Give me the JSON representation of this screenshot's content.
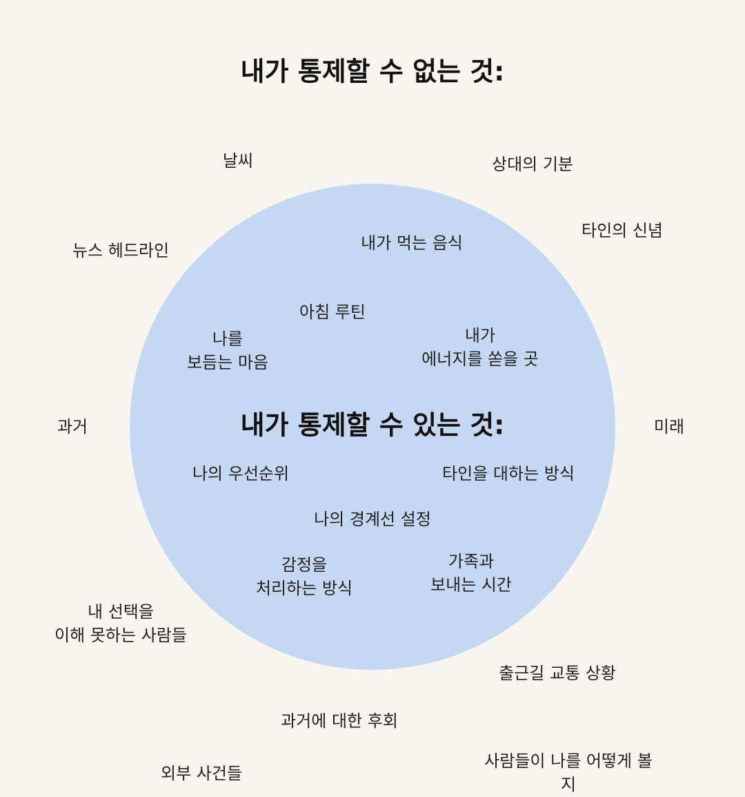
{
  "outer_title": "내가 통제할 수 없는 것:",
  "inner_title": "내가 통제할 수 있는 것:",
  "colors": {
    "background": "#f8f5f1",
    "circle": "#c5d8f1"
  },
  "outside": [
    "날씨",
    "상대의 기분",
    "타인의 신념",
    "뉴스 헤드라인",
    "과거",
    "미래",
    "내 선택을\n이해 못하는 사람들",
    "출근길 교통 상황",
    "과거에 대한 후회",
    "외부 사건들",
    "사람들이 나를 어떻게 볼지"
  ],
  "inside": [
    "내가 먹는 음식",
    "아침 루틴",
    "나를\n보듬는 마음",
    "내가\n에너지를 쏟을 곳",
    "나의 우선순위",
    "타인을 대하는 방식",
    "나의 경계선 설정",
    "감정을\n처리하는 방식",
    "가족과\n보내는 시간"
  ]
}
